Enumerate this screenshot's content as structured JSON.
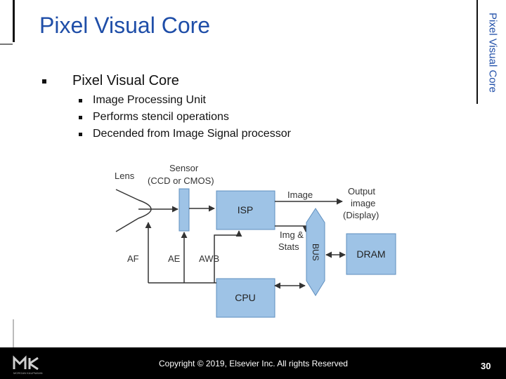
{
  "slide": {
    "title": "Pixel Visual Core",
    "side_title": "Pixel Visual Core",
    "bullet_main": "Pixel Visual Core",
    "sub_bullets": [
      "Image Processing Unit",
      "Performs stencil operations",
      "Decended from Image Signal processor"
    ]
  },
  "diagram": {
    "lens": "Lens",
    "sensor": "Sensor",
    "sensor_type": "(CCD or CMOS)",
    "image": "Image",
    "output1": "Output",
    "output2": "image",
    "output3": "(Display)",
    "isp": "ISP",
    "img": "Img &",
    "stats": "Stats",
    "bus": "BUS",
    "dram": "DRAM",
    "af": "AF",
    "ae": "AE",
    "awb": "AWB",
    "cpu": "CPU"
  },
  "colors": {
    "title_blue": "#1f4ea8",
    "block_blue": "#9ec3e6",
    "block_stroke": "#5f8fbf"
  },
  "footer": {
    "logo_text": "MK",
    "logo_subtext": "MORGAN KAUFMANN",
    "copyright": "Copyright © 2019, Elsevier Inc. All rights Reserved",
    "page_number": "30"
  }
}
